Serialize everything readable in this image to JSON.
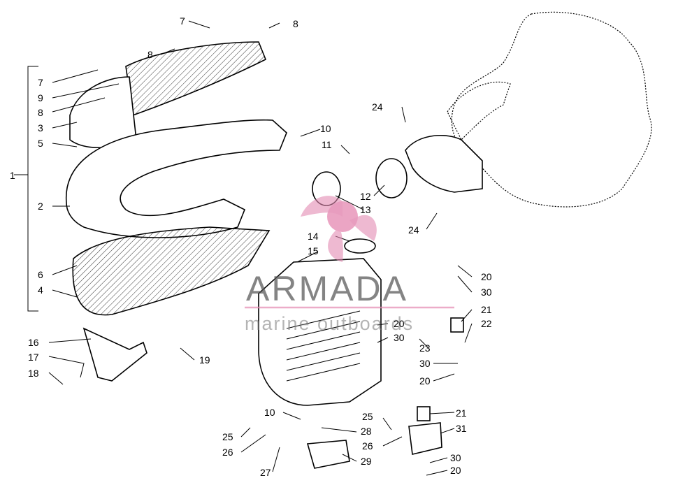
{
  "watermark": {
    "title": "ARMADA",
    "subtitle": "marine outboards",
    "accent_color": "#e48ab2"
  },
  "callouts": {
    "n1": "1",
    "n2": "2",
    "n3": "3",
    "n4": "4",
    "n5": "5",
    "n6": "6",
    "n7a": "7",
    "n7b": "7",
    "n8a": "8",
    "n8b": "8",
    "n8c": "8",
    "n9": "9",
    "n10a": "10",
    "n10b": "10",
    "n11": "11",
    "n12": "12",
    "n13": "13",
    "n14": "14",
    "n15": "15",
    "n16": "16",
    "n17": "17",
    "n18": "18",
    "n19": "19",
    "n20a": "20",
    "n20b": "20",
    "n20c": "20",
    "n20d": "20",
    "n21a": "21",
    "n21b": "21",
    "n22": "22",
    "n23": "23",
    "n24a": "24",
    "n24b": "24",
    "n25a": "25",
    "n25b": "25",
    "n26a": "26",
    "n26b": "26",
    "n27": "27",
    "n28": "28",
    "n29": "29",
    "n30a": "30",
    "n30b": "30",
    "n30c": "30",
    "n30d": "30",
    "n31": "31"
  }
}
